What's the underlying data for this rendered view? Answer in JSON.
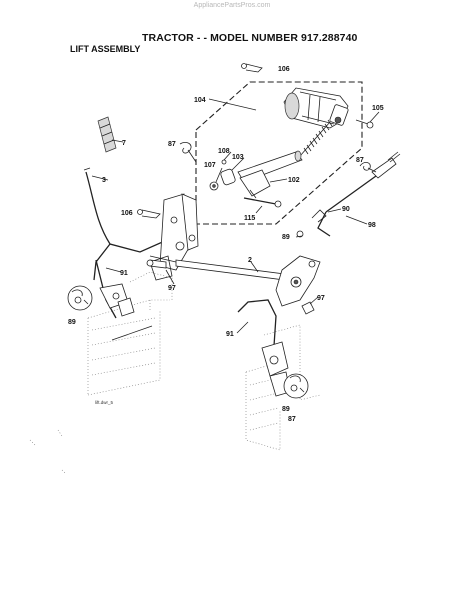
{
  "watermark": "AppliancePartsPros.com",
  "header": {
    "title": "TRACTOR - - MODEL NUMBER  917.288740",
    "subtitle": "LIFT ASSEMBLY"
  },
  "figure_code": "lift.dwr_5",
  "callouts": {
    "c106a": "106",
    "c104": "104",
    "c105": "105",
    "c7": "7",
    "c87a": "87",
    "c108": "108",
    "c107": "107",
    "c103": "103",
    "c3": "3",
    "c102": "102",
    "c87b": "87",
    "c106b": "106",
    "c115": "115",
    "c90": "90",
    "c98": "98",
    "c89a": "89",
    "c2": "2",
    "c91a": "91",
    "c97a": "97",
    "c89b": "89",
    "c97b": "97",
    "c91b": "91",
    "c89c": "89",
    "c87c": "87"
  }
}
